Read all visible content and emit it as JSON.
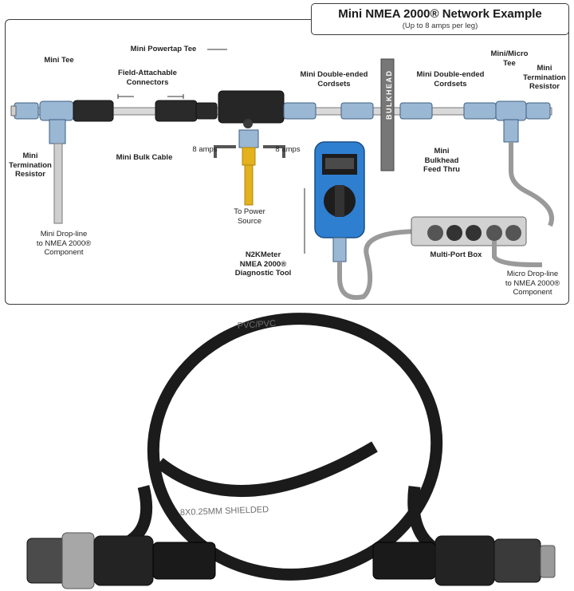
{
  "title": {
    "main": "Mini NMEA 2000® Network Example",
    "sub": "(Up to 8 amps per leg)"
  },
  "labels": {
    "mini_tee": "Mini Tee",
    "mini_termination_resistor_left": "Mini\nTermination\nResistor",
    "field_attachable_connectors": "Field-Attachable\nConnectors",
    "mini_bulk_cable": "Mini Bulk Cable",
    "mini_powertap_tee": "Mini Powertap Tee",
    "amps_left": "8 amps",
    "amps_right": "8 amps",
    "to_power_source": "To Power\nSource",
    "mini_drop_line": "Mini Drop-line\nto NMEA 2000®\nComponent",
    "mini_double_ended_cordsets_left": "Mini Double-ended\nCordsets",
    "mini_double_ended_cordsets_right": "Mini Double-ended\nCordsets",
    "bulkhead": "BULKHEAD",
    "mini_bulkhead_feed_thru": "Mini\nBulkhead\nFeed Thru",
    "mini_micro_tee": "Mini/Micro\nTee",
    "mini_termination_resistor_right": "Mini\nTermination\nResistor",
    "n2kmeter": "N2KMeter\nNMEA 2000®\nDiagnostic Tool",
    "multi_port_box": "Multi-Port Box",
    "micro_drop_line": "Micro Drop-line\nto NMEA 2000®\nComponent",
    "cable_print_top": "PVC/PVC",
    "cable_print_bottom": "8X0.25MM SHIELDED"
  },
  "colors": {
    "connector_blue": "#9ab7d4",
    "powertap_yellow": "#e3b21c",
    "meter_blue": "#2f7fd1",
    "cable_black": "#1b1b1b"
  }
}
